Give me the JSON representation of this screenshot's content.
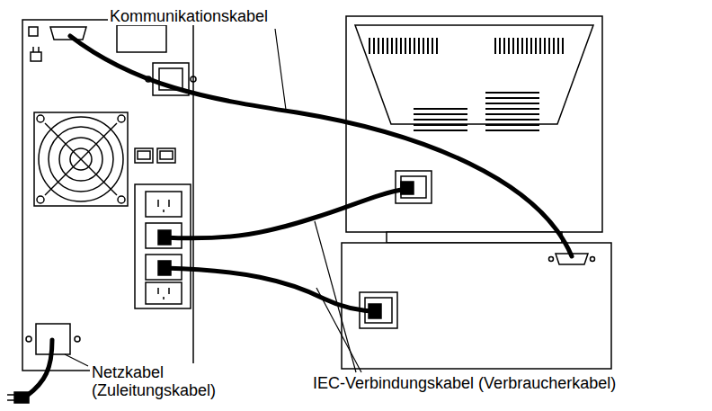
{
  "diagram": {
    "labels": [
      "Kommunikationskabel",
      "Netzkabel (Zuleitungskabel)",
      "IEC-Verbindungskabel (Verbraucherkabel)"
    ]
  }
}
